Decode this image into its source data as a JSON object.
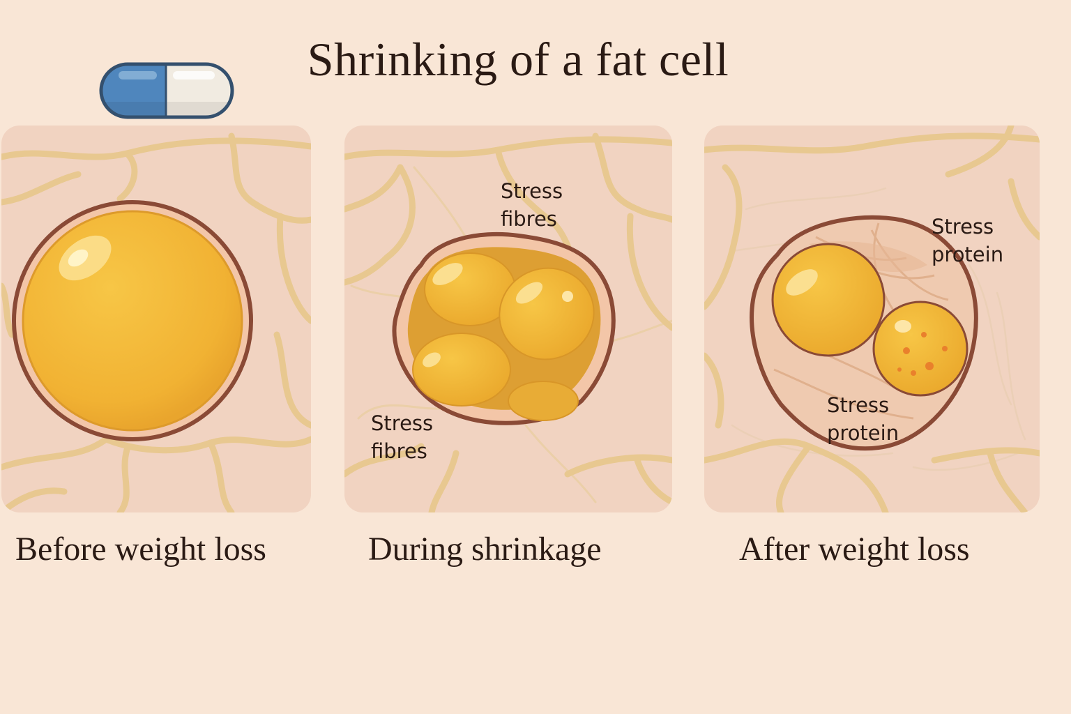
{
  "title": "Shrinking of a fat cell",
  "colors": {
    "background": "#f9e6d6",
    "panel": "#f1d3c1",
    "network": "#e8c890",
    "membrane": "#8a4a36",
    "fat": "#f2b534",
    "pill_blue": "#4f86bd",
    "pill_white": "#f1ebe1"
  },
  "icons": [
    "capsule-pill-icon"
  ],
  "panels": {
    "before": {
      "caption": "Before weight loss"
    },
    "during": {
      "caption": "During shrinkage",
      "label_top": [
        "Stress",
        "fibres"
      ],
      "label_bottom": [
        "Stress",
        "fibres"
      ]
    },
    "after": {
      "caption": "After weight loss",
      "label_top": [
        "Stress",
        "protein"
      ],
      "label_inner": [
        "Stress",
        "protein"
      ]
    }
  }
}
